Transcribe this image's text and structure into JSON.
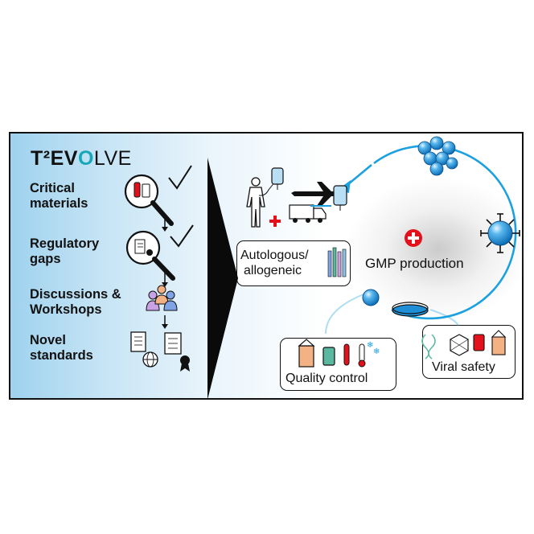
{
  "logo": {
    "prefix": "T²EV",
    "o": "O",
    "suffix": "LVE"
  },
  "steps": [
    {
      "line1": "Critical",
      "line2": "materials"
    },
    {
      "line1": "Regulatory",
      "line2": "gaps"
    },
    {
      "line1": "Discussions &",
      "line2": "Workshops"
    },
    {
      "line1": "Novel",
      "line2": "standards"
    }
  ],
  "boxes": {
    "auto_line1": "Autologous/",
    "auto_line2": "allogeneic",
    "gmp": "GMP production",
    "qc": "Quality control",
    "viral": "Viral safety"
  },
  "colors": {
    "teal": "#17a8b8",
    "cycle_blue": "#1ba1df",
    "red": "#e3111c",
    "sphere_blue": "#1e8fd6"
  },
  "icons": [
    "magnifier-icon",
    "checkmark-icon",
    "document-icon",
    "people-icon",
    "globe-icon",
    "certificate-icon",
    "human-body-icon",
    "iv-bag-icon",
    "airplane-icon",
    "truck-icon",
    "cell-sphere-icon",
    "petri-dish-icon",
    "swiss-cross-icon",
    "test-tube-icon",
    "dna-icon",
    "virus-icon",
    "milk-carton-icon"
  ]
}
